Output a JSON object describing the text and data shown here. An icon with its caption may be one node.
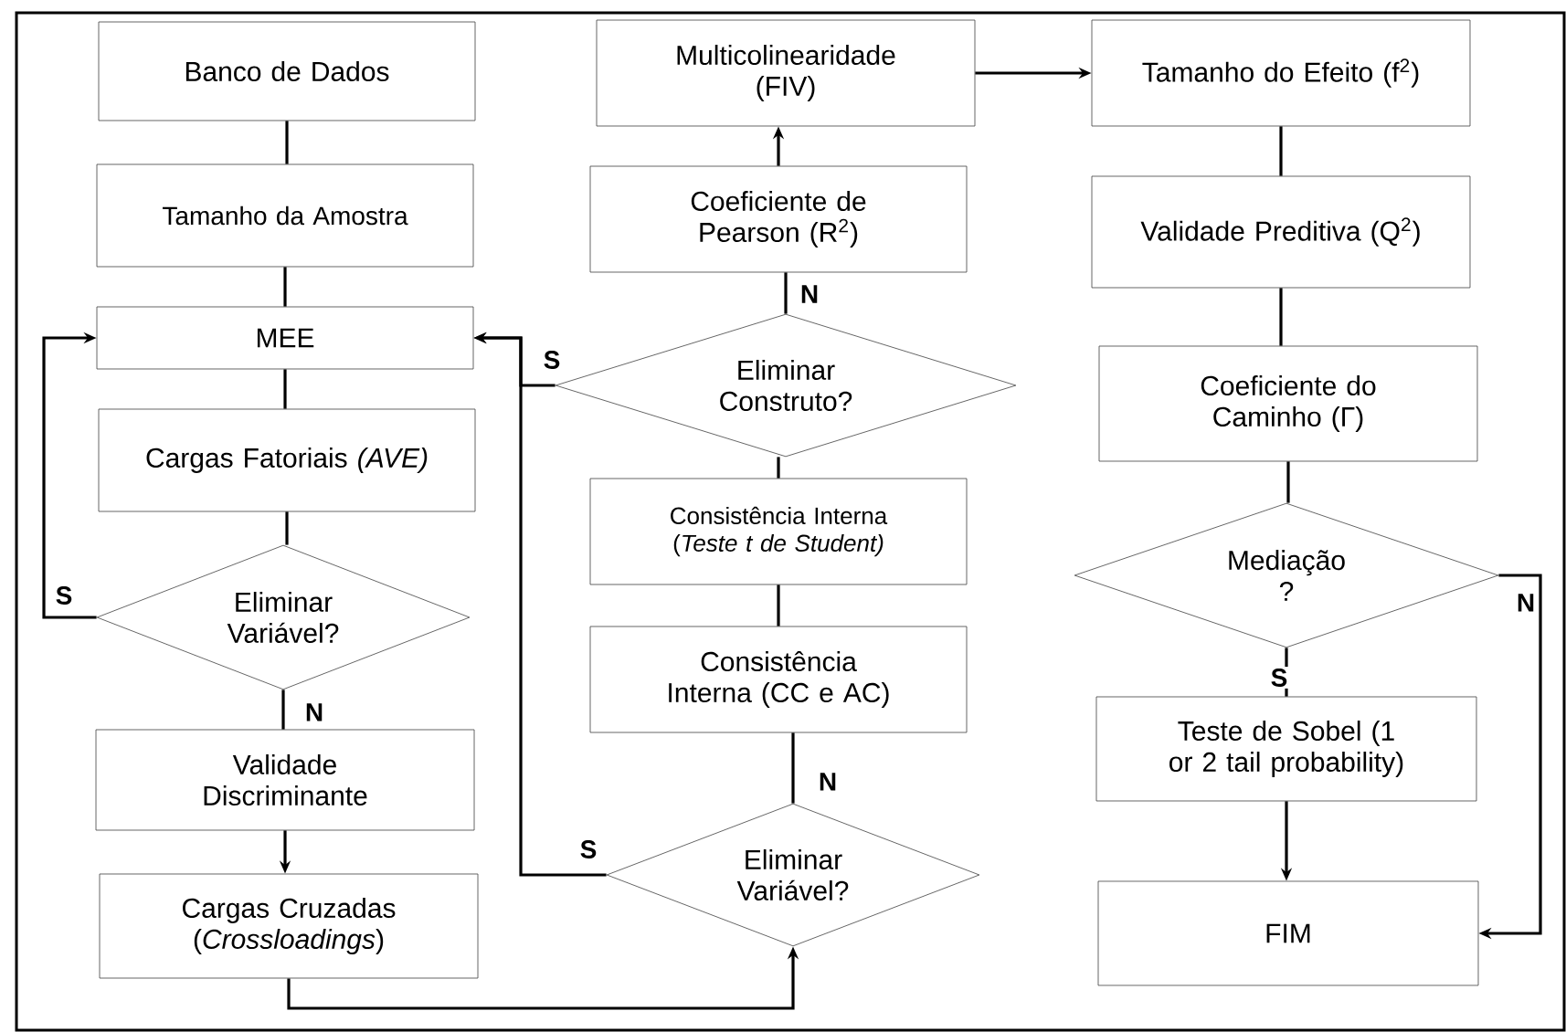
{
  "diagram": {
    "nodes": [
      {
        "text": [
          "Banco de Dados"
        ]
      },
      {
        "text": [
          "Tamanho da Amostra"
        ]
      },
      {
        "text": [
          "MEE"
        ]
      },
      {
        "text": [
          "Cargas Fatoriais *(AVE)*"
        ]
      },
      {
        "text": [
          "Eliminar Variável?"
        ]
      },
      {
        "text": [
          "Validade Discriminante"
        ]
      },
      {
        "text": [
          "Cargas Cruzadas (*Crossloadings*)"
        ]
      },
      {
        "text": [
          "Multicolinearidade (FIV)"
        ]
      },
      {
        "text": [
          "Coeficiente de Pearson (R$^{2}$)"
        ]
      },
      {
        "text": [
          "Eliminar Construto?"
        ]
      },
      {
        "text": [
          "Consistência Interna (*Teste t de Student)*"
        ]
      },
      {
        "text": [
          "Consistência Interna (CC e AC)"
        ]
      },
      {
        "text": [
          "Eliminar Variável?"
        ]
      },
      {
        "text": [
          "Tamanho do Efeito (f$^{2}$)"
        ]
      },
      {
        "text": [
          "Validade Preditiva (Q$^{2}$)"
        ]
      },
      {
        "text": [
          "Coeficiente do Caminho (Γ)"
        ]
      },
      {
        "text": [
          "Mediação ?"
        ]
      },
      {
        "text": [
          "Teste de Sobel (1 or 2 tail probability)"
        ]
      },
      {
        "text": [
          "FIM"
        ]
      }
    ],
    "edges": [
      {
        "from": 0,
        "to": 1,
        "arrow": "none"
      },
      {
        "from": 1,
        "to": 2,
        "arrow": "none"
      },
      {
        "from": 2,
        "to": 3,
        "arrow": "none"
      },
      {
        "from": 3,
        "to": 4,
        "arrow": "none"
      },
      {
        "from": 4,
        "to": 2,
        "arrow": "to",
        "label": "S"
      },
      {
        "from": 4,
        "to": 5,
        "arrow": "none",
        "label": "N"
      },
      {
        "from": 5,
        "to": 6,
        "arrow": "to"
      },
      {
        "from": 6,
        "to": 12,
        "arrow": "to"
      },
      {
        "from": 12,
        "to": 2,
        "arrow": "to",
        "label": "S"
      },
      {
        "from": 12,
        "to": 11,
        "arrow": "none",
        "label": "N"
      },
      {
        "from": 11,
        "to": 10,
        "arrow": "none"
      },
      {
        "from": 10,
        "to": 9,
        "arrow": "none"
      },
      {
        "from": 9,
        "to": 8,
        "arrow": "none",
        "label": "N"
      },
      {
        "from": 8,
        "to": 7,
        "arrow": "to"
      },
      {
        "from": 9,
        "to": 2,
        "arrow": "to",
        "label": "S"
      },
      {
        "from": 7,
        "to": 13,
        "arrow": "to"
      },
      {
        "from": 13,
        "to": 14,
        "arrow": "none"
      },
      {
        "from": 14,
        "to": 15,
        "arrow": "none"
      },
      {
        "from": 15,
        "to": 16,
        "arrow": "none"
      },
      {
        "from": 16,
        "to": 17,
        "arrow": "none",
        "label": "S"
      },
      {
        "from": 17,
        "to": 18,
        "arrow": "to"
      },
      {
        "from": 16,
        "to": 18,
        "arrow": "to",
        "label": "N"
      }
    ]
  }
}
